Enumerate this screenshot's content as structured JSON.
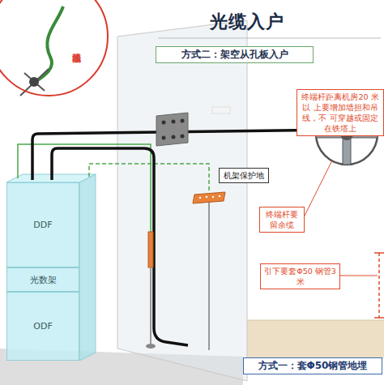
{
  "diagram": {
    "title": "光缆入户",
    "nodes": [
      {
        "text": [
          "加强芯接地"
        ]
      },
      {
        "text": [
          "方式二：架空从孔板入户"
        ]
      },
      {
        "text": [
          "终端杆距离机房20 米以 上要增加墙担和吊线，不 可穿越或固定在铁塔上"
        ]
      },
      {
        "text": [
          "机架保护地"
        ]
      },
      {
        "text": [
          "DDF"
        ]
      },
      {
        "text": [
          "光数架"
        ]
      },
      {
        "text": [
          "ODF"
        ]
      },
      {
        "text": [
          "终端杆要 留余缆"
        ]
      },
      {
        "text": [
          "引下要套Φ50 钢管3米"
        ]
      },
      {
        "text": [
          "方式一：套Φ50钢管地埋"
        ]
      }
    ]
  }
}
